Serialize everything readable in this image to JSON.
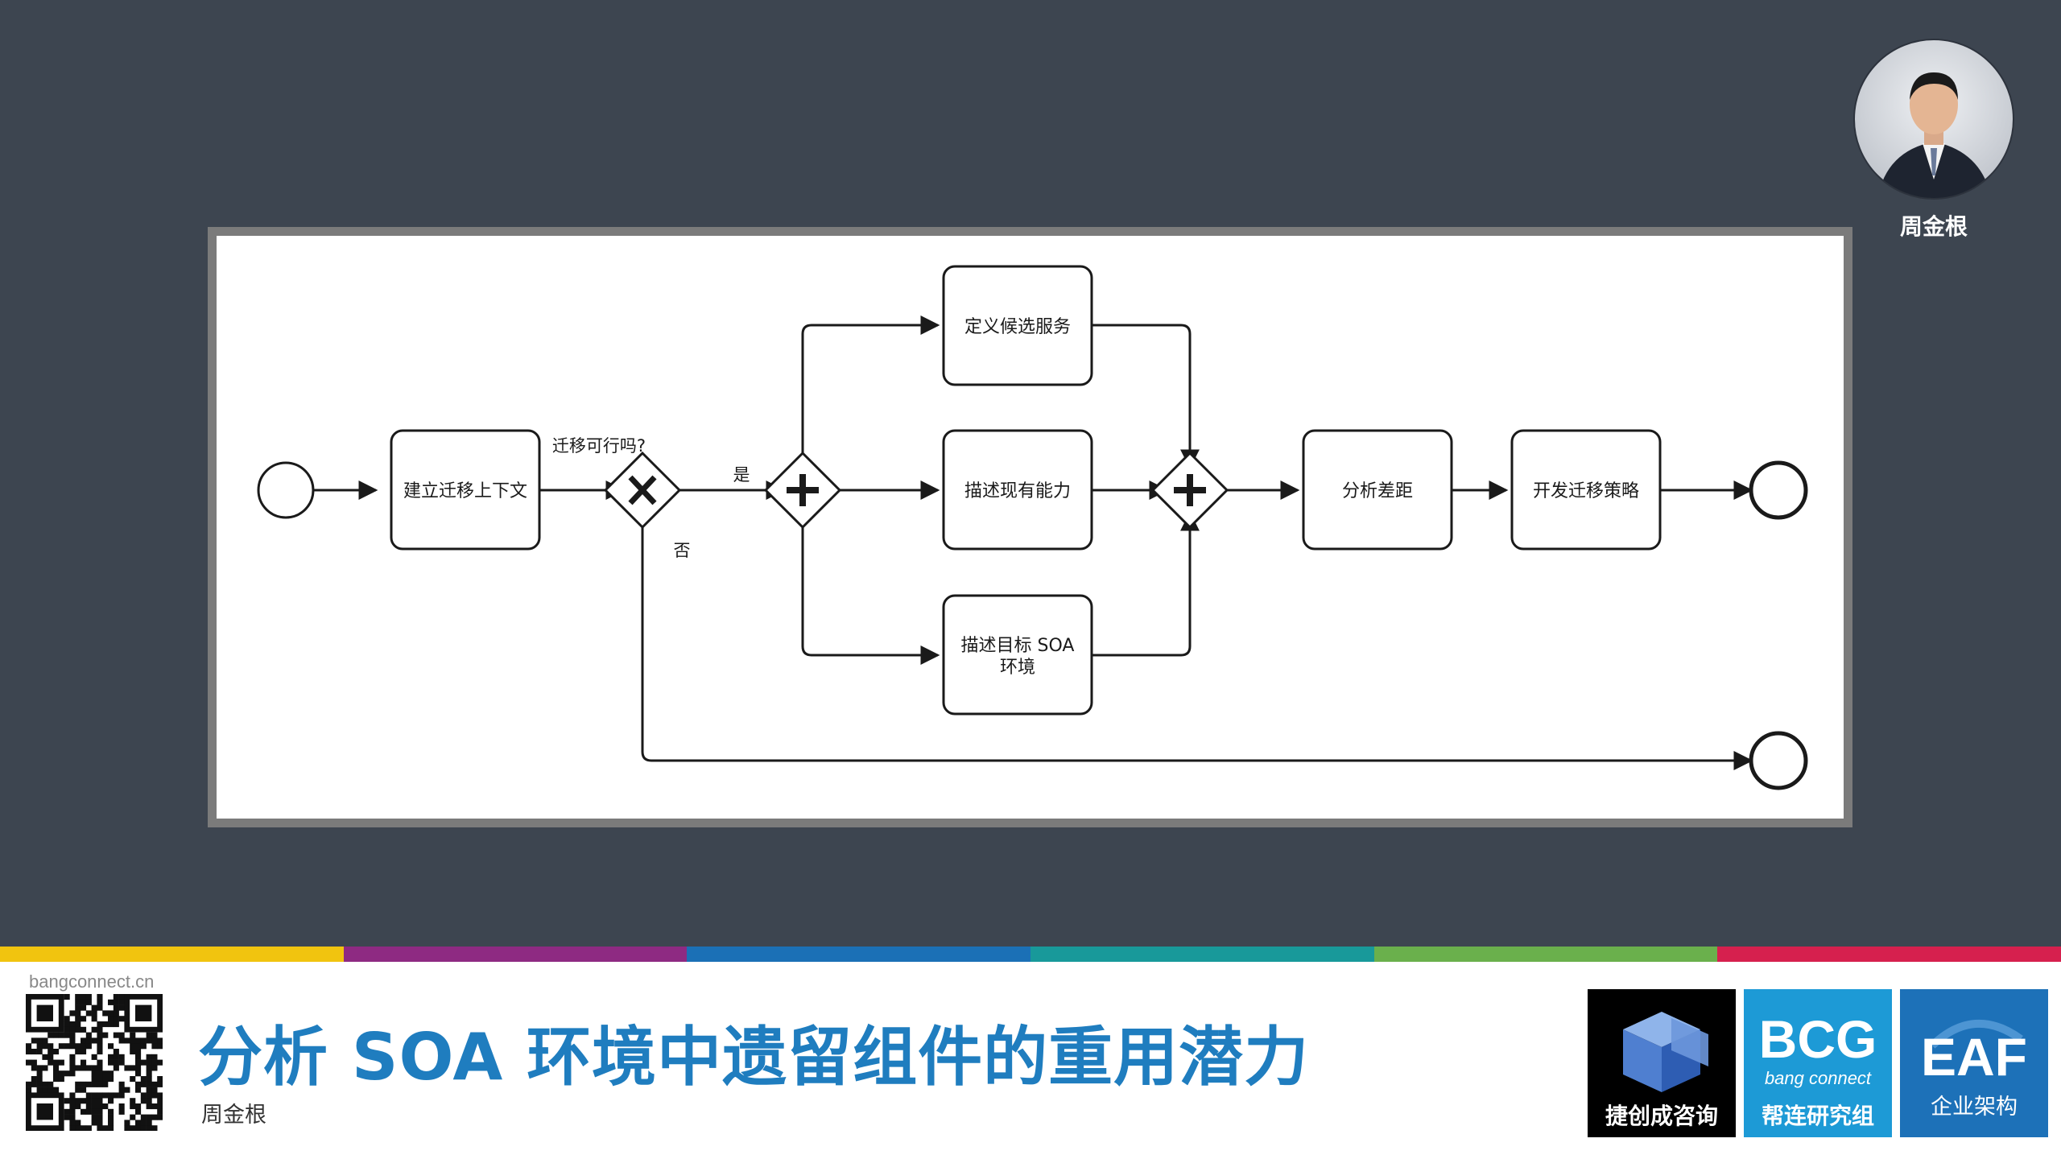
{
  "presenter": {
    "name": "周金根"
  },
  "diagram": {
    "start_event": "",
    "tasks": {
      "establish_context": "建立迁移上下文",
      "define_candidates": "定义候选服务",
      "describe_existing": "描述现有能力",
      "describe_target_line1": "描述目标 SOA",
      "describe_target_line2": "环境",
      "analyze_gap": "分析差距",
      "develop_strategy": "开发迁移策略"
    },
    "gateway_question": "迁移可行吗?",
    "yes_label": "是",
    "no_label": "否"
  },
  "footer": {
    "url": "bangconnect.cn",
    "title": "分析 SOA 环境中遗留组件的重用潜力",
    "author": "周金根",
    "logos": {
      "jiechuang": "捷创成咨询",
      "bcg_big": "BCG",
      "bcg_sub": "bang connect",
      "bcg_caption": "帮连研究组",
      "eaf_big": "EAF",
      "eaf_caption": "企业架构"
    }
  },
  "colors": {
    "background": "#3d4550",
    "title_blue": "#1f7dbf",
    "stripe": [
      "#f1c40f",
      "#8e2a82",
      "#1b70b6",
      "#18999a",
      "#6ab04c",
      "#d6204e"
    ]
  }
}
